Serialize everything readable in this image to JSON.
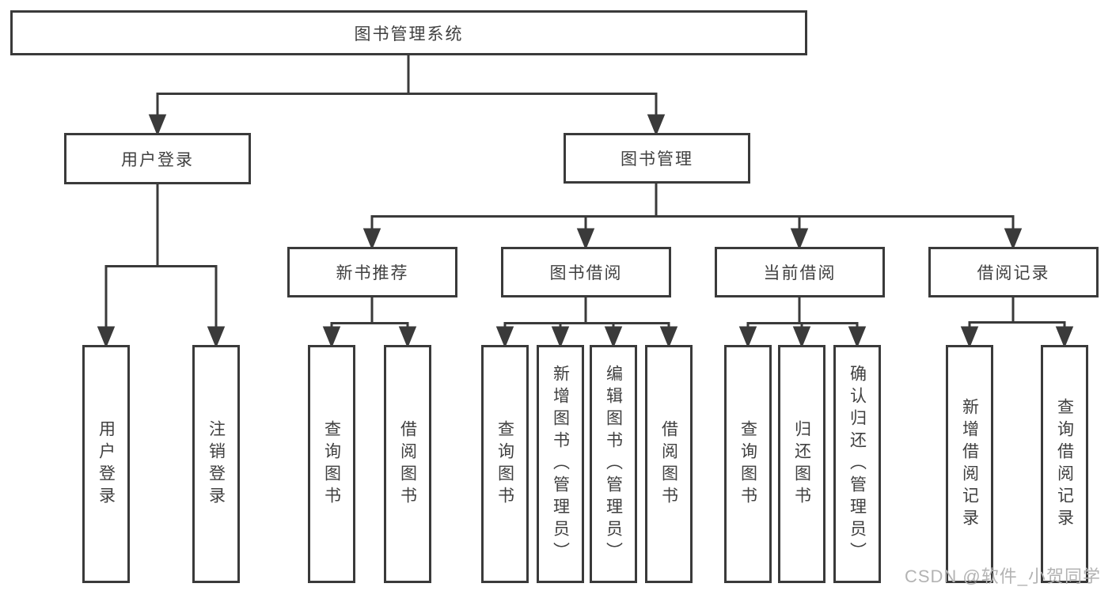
{
  "tree": {
    "root": {
      "label": "图书管理系统",
      "children": [
        {
          "label": "用户登录",
          "children": [
            {
              "label": "用户登录"
            },
            {
              "label": "注销登录"
            }
          ]
        },
        {
          "label": "图书管理",
          "children": [
            {
              "label": "新书推荐",
              "children": [
                {
                  "label": "查询图书"
                },
                {
                  "label": "借阅图书"
                }
              ]
            },
            {
              "label": "图书借阅",
              "children": [
                {
                  "label": "查询图书"
                },
                {
                  "label": "新增图书（管理员）"
                },
                {
                  "label": "编辑图书（管理员）"
                },
                {
                  "label": "借阅图书"
                }
              ]
            },
            {
              "label": "当前借阅",
              "children": [
                {
                  "label": "查询图书"
                },
                {
                  "label": "归还图书"
                },
                {
                  "label": "确认归还（管理员）"
                }
              ]
            },
            {
              "label": "借阅记录",
              "children": [
                {
                  "label": "新增借阅记录"
                },
                {
                  "label": "查询借阅记录"
                }
              ]
            }
          ]
        }
      ]
    }
  },
  "watermark": {
    "text": "CSDN @软件_小贺同学"
  },
  "colors": {
    "line": "#3a3a3a",
    "box_border": "#3a3a3a",
    "box_fill": "#ffffff",
    "text": "#404040",
    "watermark": "#b3b3b3",
    "background": "#ffffff"
  }
}
